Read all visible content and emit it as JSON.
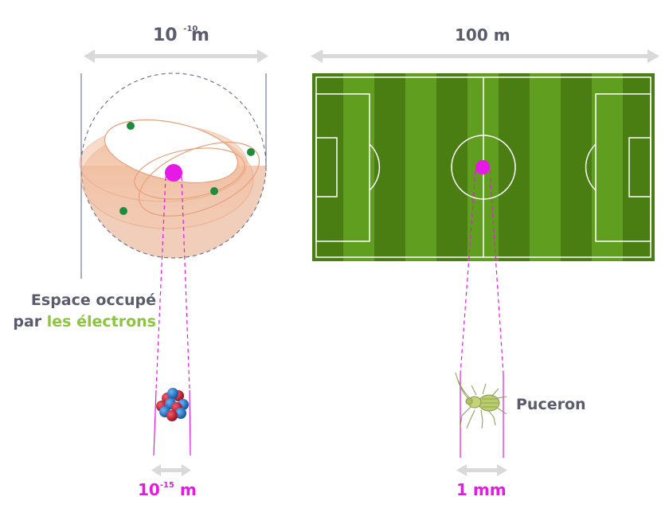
{
  "atom_width_label": {
    "base": "10",
    "exponent": "-10",
    "unit": "m"
  },
  "field_width_label": "100 m",
  "electron_space_label": {
    "line1": "Espace occupé",
    "line2_prefix": "par ",
    "line2_highlight": "les électrons"
  },
  "nucleus_size_label": {
    "base": "10",
    "exponent": "-15",
    "unit": "m"
  },
  "aphid_label": "Puceron",
  "aphid_size_label": "1 mm",
  "colors": {
    "magenta": "#e619e6",
    "electron_green": "#1e8c3c",
    "highlight_green": "#8cc63f",
    "text_gray": "#5a5c6e",
    "pitch_dark": "#4a7d12",
    "pitch_light": "#5f9e1e",
    "orbit_orange": "#e8a07a",
    "proton_red": "#c0152a",
    "neutron_blue": "#1e73c8"
  }
}
